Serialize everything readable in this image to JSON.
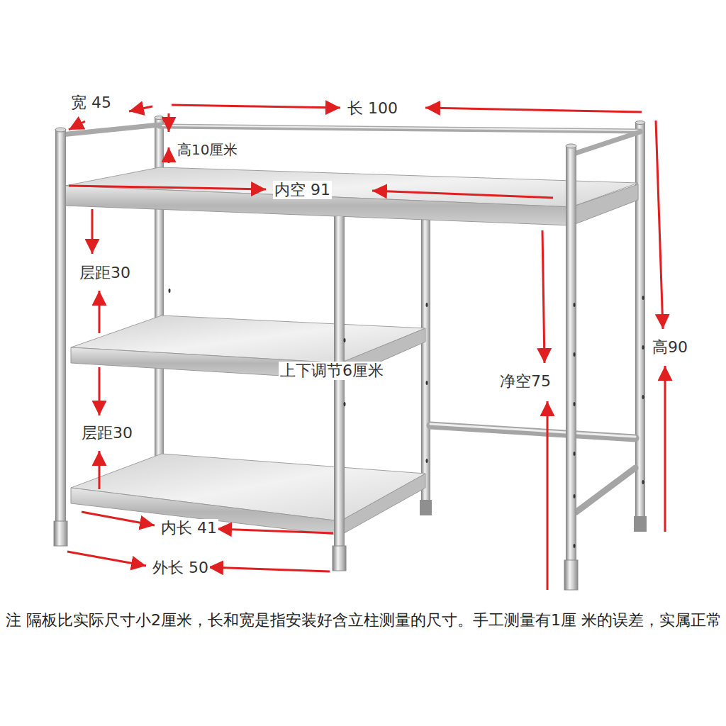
{
  "diagram": {
    "labels": [
      "宽 45",
      "长 100",
      "高10厘米",
      "内空 91",
      "层距30",
      "上下调节6厘米",
      "层距30",
      "净空75",
      "高90",
      "内长 41",
      "外长 50",
      "注  隔板比实际尺寸小2厘米，长和宽是指安装好含立柱测量的尺寸。手工测量有1厘 米的误差，实属正常"
    ]
  }
}
